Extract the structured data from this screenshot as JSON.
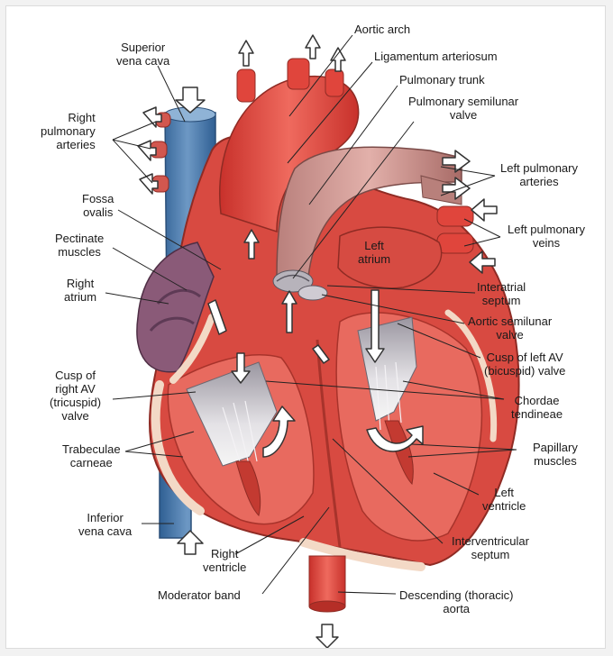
{
  "labels": {
    "superior_vena_cava": "Superior\nvena cava",
    "right_pulmonary_arteries": "Right\npulmonary\narteries",
    "fossa_ovalis": "Fossa\novalis",
    "pectinate_muscles": "Pectinate\nmuscles",
    "right_atrium": "Right\natrium",
    "cusp_right_av": "Cusp of\nright AV\n(tricuspid)\nvalve",
    "trabeculae_carneae": "Trabeculae\ncarneae",
    "inferior_vena_cava": "Inferior\nvena cava",
    "right_ventricle": "Right\nventricle",
    "moderator_band": "Moderator band",
    "aortic_arch": "Aortic arch",
    "ligamentum_arteriosum": "Ligamentum arteriosum",
    "pulmonary_trunk": "Pulmonary trunk",
    "pulmonary_semilunar_valve": "Pulmonary semilunar\nvalve",
    "left_pulmonary_arteries": "Left pulmonary\narteries",
    "left_pulmonary_veins": "Left pulmonary\nveins",
    "left_atrium": "Left\natrium",
    "interatrial_septum": "Interatrial\nseptum",
    "aortic_semilunar_valve": "Aortic semilunar\nvalve",
    "cusp_left_av": "Cusp of left AV\n(bicuspid) valve",
    "chordae_tendineae": "Chordae\ntendineae",
    "papillary_muscles": "Papillary\nmuscles",
    "left_ventricle": "Left\nventricle",
    "interventricular_septum": "Interventricular\nseptum",
    "descending_aorta": "Descending (thoracic)\naorta"
  },
  "colors": {
    "muscle": "#d9534a",
    "muscle_dark": "#b8372f",
    "vessel_red": "#e0453c",
    "pulmonary_trunk": "#c98a86",
    "vena_cava": "#4f7fb0",
    "right_atrium_wall": "#8a5a78",
    "valve": "#c9c4cc",
    "arrow_fill": "#ffffff",
    "arrow_stroke": "#333333"
  },
  "icons": [
    "flow-arrow-icon"
  ]
}
